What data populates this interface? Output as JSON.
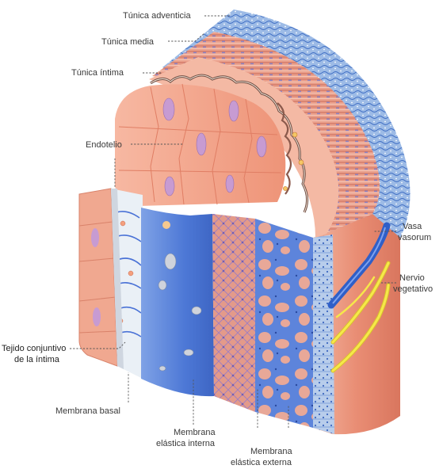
{
  "labels": {
    "tunica_adventicia": "Túnica adventicia",
    "tunica_media": "Túnica media",
    "tunica_intima": "Túnica íntima",
    "endotelio": "Endotelio",
    "vasa_line1": "Vasa",
    "vasa_line2": "vasorum",
    "nervio_line1": "Nervio",
    "nervio_line2": "vegetativo",
    "tejido_line1": "Tejido conjuntivo",
    "tejido_line2": "de la íntima",
    "membrana_basal": "Membrana basal",
    "mei_line1": "Membrana",
    "mei_line2": "elástica interna",
    "mee_line1": "Membrana",
    "mee_line2": "elástica externa"
  },
  "colors": {
    "adventitia": "#7fa6d8",
    "media": "#e59a86",
    "intima": "#f3b39a",
    "endothelium_cells": "#ef9f86",
    "nuclei": "#c49ad0",
    "elastic_membrane": "#4a78d8",
    "vasa_vasorum": "#2f5fc8",
    "nerve": "#f2e23a",
    "basal_membrane": "#cfd6e0"
  }
}
